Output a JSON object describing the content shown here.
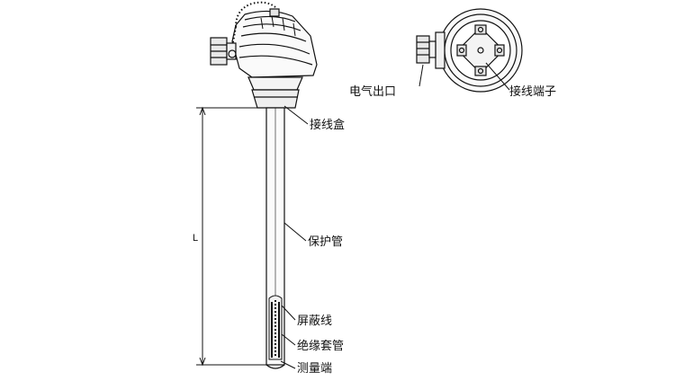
{
  "labels": {
    "electrical_outlet": "电气出口",
    "terminal_block": "接线端子",
    "junction_box": "接线盒",
    "protection_tube": "保护管",
    "shielded_wire": "屏蔽线",
    "insulating_sleeve": "绝缘套管",
    "measuring_end": "测量端",
    "length": "L"
  }
}
